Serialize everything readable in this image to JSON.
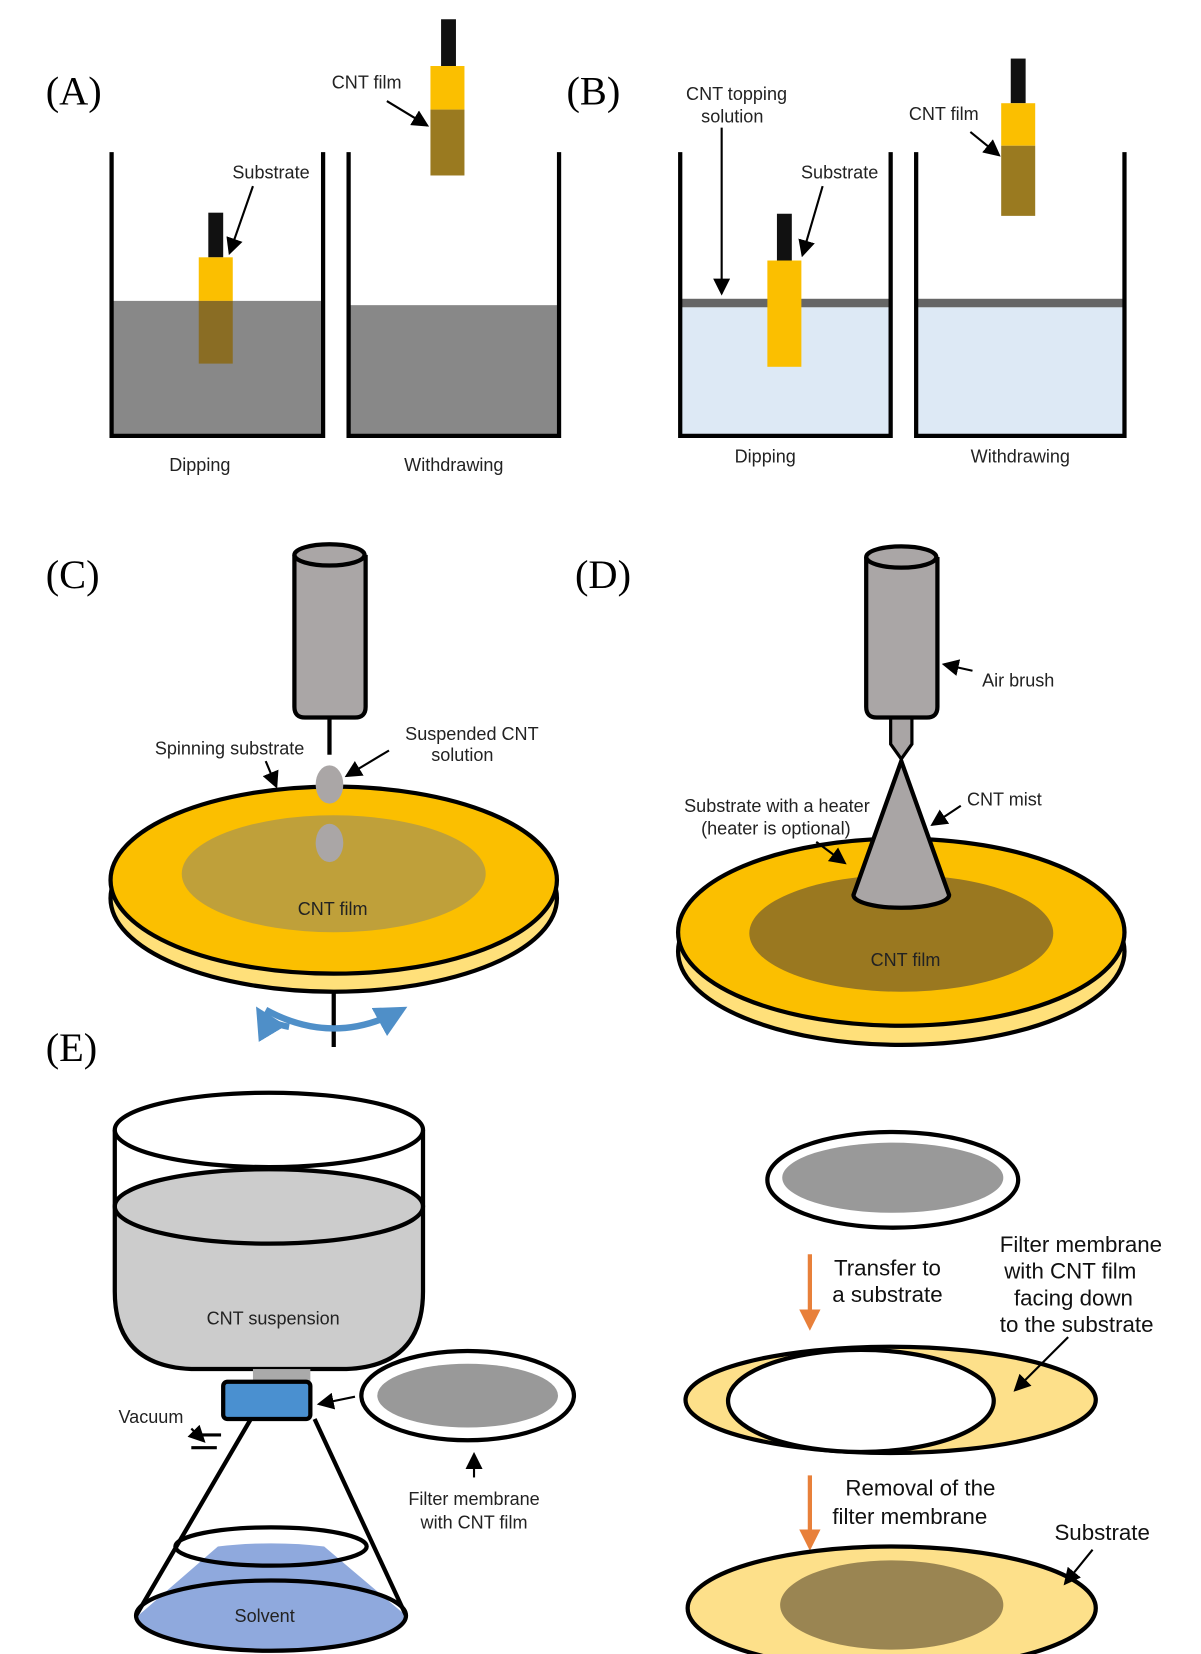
{
  "panels": {
    "a": "(A)",
    "b": "(B)",
    "c": "(C)",
    "d": "(D)",
    "e": "(E)"
  },
  "panel_a": {
    "substrate": "Substrate",
    "cnt_film": "CNT film",
    "dipping": "Dipping",
    "withdrawing": "Withdrawing"
  },
  "panel_b": {
    "topping_1": "CNT topping",
    "topping_2": "solution",
    "substrate": "Substrate",
    "cnt_film": "CNT film",
    "dipping": "Dipping",
    "withdrawing": "Withdrawing"
  },
  "panel_c": {
    "spinning": "Spinning substrate",
    "suspended_1": "Suspended CNT",
    "suspended_2": "solution",
    "cnt_film": "CNT film"
  },
  "panel_d": {
    "air_brush": "Air brush",
    "cnt_mist": "CNT mist",
    "heater_1": "Substrate with a heater",
    "heater_2": "(heater is optional)",
    "cnt_film": "CNT film"
  },
  "panel_e": {
    "suspension": "CNT suspension",
    "vacuum": "Vacuum",
    "solvent": "Solvent",
    "membrane_1": "Filter membrane",
    "membrane_2": "with CNT film",
    "transfer_1": "Transfer to",
    "transfer_2": "a substrate",
    "facing_1": "Filter membrane",
    "facing_2": "with CNT film",
    "facing_3": "facing down",
    "facing_4": "to the substrate",
    "removal_1": "Removal of the",
    "removal_2": "filter membrane",
    "substrate": "Substrate"
  },
  "colors": {
    "cnt_liquid": "#888888",
    "substrate_yellow": "#fbbf00",
    "cnt_film_dark": "#8f6f1c",
    "solution_blue": "#dde9f5",
    "light_yellow": "#fde08a",
    "flask_blue": "#8fa9dd",
    "clamp_blue": "#4a90d0",
    "arrow_orange": "#e8803a",
    "rotation_blue": "#4f8fc8"
  }
}
